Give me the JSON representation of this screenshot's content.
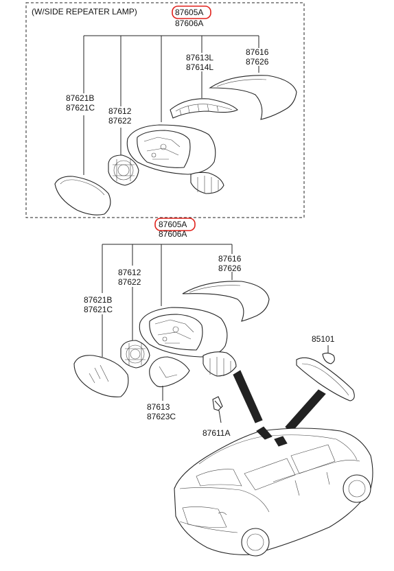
{
  "colors": {
    "highlight": "#e0201a",
    "ink": "#222222"
  },
  "top_group": {
    "title": "(W/SIDE REPEATER LAMP)",
    "assembly_highlighted": "87605A",
    "assembly_sub": "87606A",
    "repeater_l": "87613L",
    "repeater_r": "87614L",
    "cover_1": "87616",
    "cover_2": "87626",
    "glass_1": "87621B",
    "glass_2": "87621C",
    "actuator_1": "87612",
    "actuator_2": "87622"
  },
  "bottom_group": {
    "assembly_highlighted": "87605A",
    "assembly_sub": "87606A",
    "cover_1": "87616",
    "cover_2": "87626",
    "actuator_1": "87612",
    "actuator_2": "87622",
    "glass_1": "87621B",
    "glass_2": "87621C",
    "cap_1": "87613",
    "cap_2": "87623C",
    "screw": "87611A",
    "inside_mirror": "85101"
  }
}
